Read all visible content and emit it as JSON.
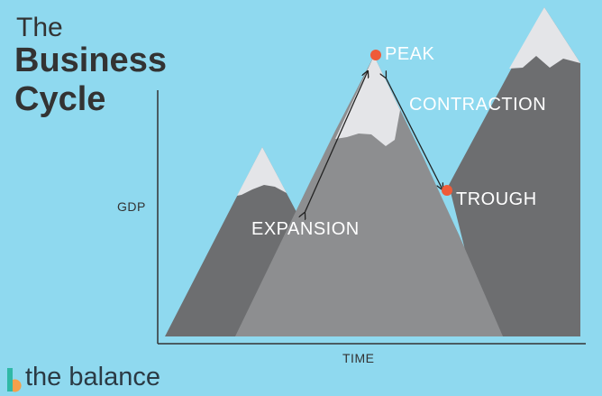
{
  "title": {
    "line1": "The",
    "line2": "Business",
    "line3": "Cycle"
  },
  "axes": {
    "y_label": "GDP",
    "x_label": "TIME"
  },
  "annotations": {
    "peak": "PEAK",
    "contraction": "CONTRACTION",
    "trough": "TROUGH",
    "expansion": "EXPANSION"
  },
  "brand": {
    "name": "the balance"
  },
  "colors": {
    "background": "#8fd9ef",
    "mountain_dark": "#6d6e70",
    "mountain_mid": "#808183",
    "mountain_front": "#8d8e90",
    "snow": "#e4e5e8",
    "point": "#ef5b39",
    "text_dark": "#333333",
    "annotation_text": "#ffffff",
    "logo_teal": "#2fb9a6",
    "logo_orange": "#f4a04a"
  }
}
